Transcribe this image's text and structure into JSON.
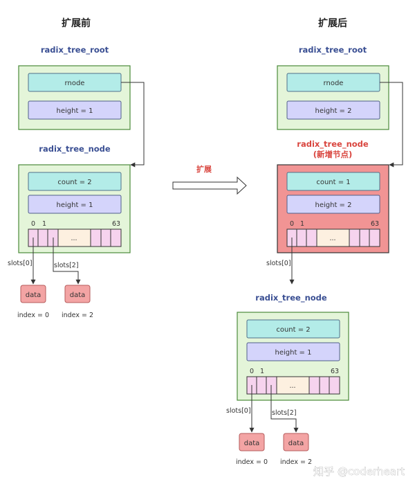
{
  "headings": {
    "before": "扩展前",
    "after": "扩展后"
  },
  "expand_arrow_label": "扩展",
  "before": {
    "root_title": "radix_tree_root",
    "root_rnode": "rnode",
    "root_height": "height = 1",
    "node_title": "radix_tree_node",
    "node_count": "count = 2",
    "node_height": "height = 1",
    "slot_index_0": "0",
    "slot_index_1": "1",
    "slot_index_63": "63",
    "slot_ellipsis": "...",
    "slots0_label": "slots[0]",
    "slots2_label": "slots[2]",
    "data_a": "data",
    "data_b": "data",
    "index_a": "index = 0",
    "index_b": "index = 2"
  },
  "after": {
    "root_title": "radix_tree_root",
    "root_rnode": "rnode",
    "root_height": "height = 2",
    "new_node_title": "radix_tree_node",
    "new_node_note": "(新增节点)",
    "new_node_count": "count = 1",
    "new_node_height": "height = 2",
    "slot_index_0": "0",
    "slot_index_1": "1",
    "slot_index_63": "63",
    "slot_ellipsis": "...",
    "new_slots0_label": "slots[0]",
    "child_title": "radix_tree_node",
    "child_count": "count = 2",
    "child_height": "height = 1",
    "child_slot_index_0": "0",
    "child_slot_index_1": "1",
    "child_slot_index_63": "63",
    "child_slot_ellipsis": "...",
    "child_slots0_label": "slots[0]",
    "child_slots2_label": "slots[2]",
    "data_a": "data",
    "data_b": "data",
    "index_a": "index = 0",
    "index_b": "index = 2"
  },
  "watermark": "知乎 @coderheart",
  "colors": {
    "green_box": "#e4f5d9",
    "green_border": "#4a8a3a",
    "red_box": "#f19494",
    "cyan_field": "#b3ece8",
    "lavender_field": "#d4d4fb",
    "pink_slot": "#f6d3ee",
    "cream_slot": "#fdf0e0",
    "data_box": "#f3a4a4",
    "struct_title": "#3a4f93",
    "new_title": "#d9453e"
  }
}
